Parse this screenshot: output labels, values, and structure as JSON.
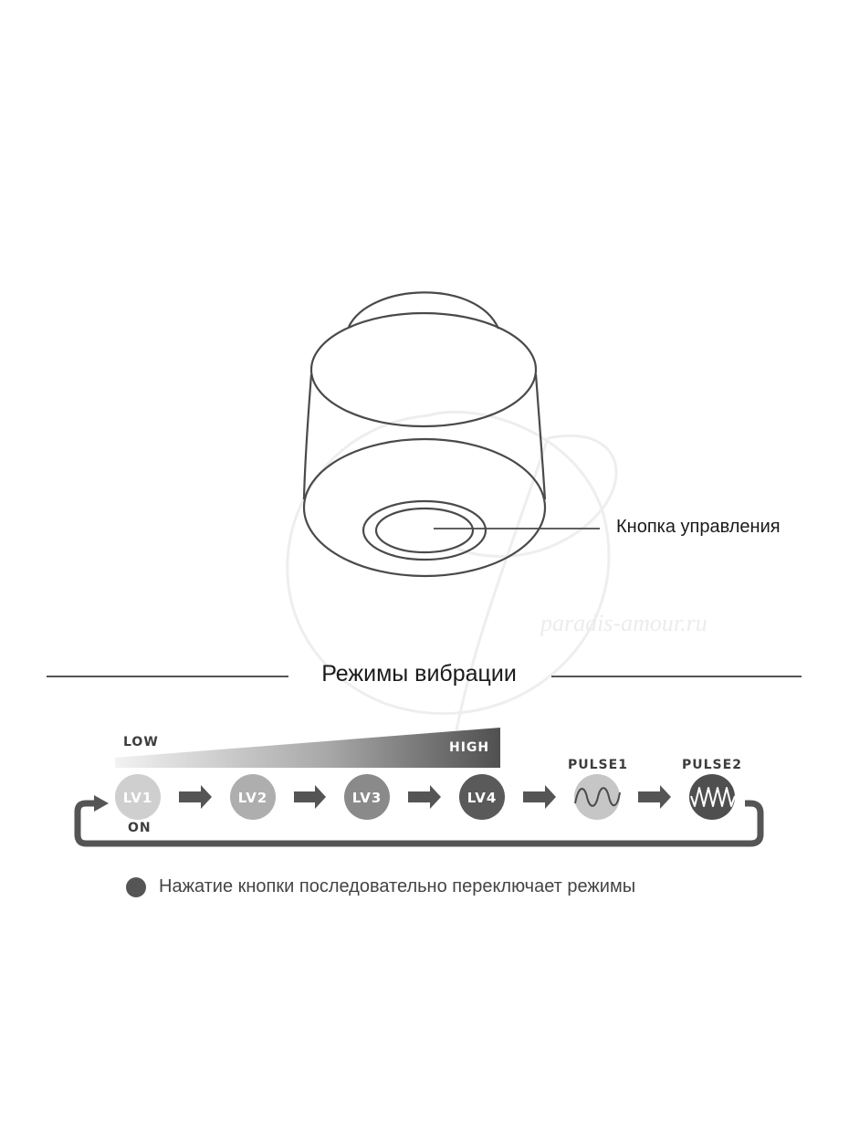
{
  "device": {
    "control_button_label": "Кнопка управления"
  },
  "modes_section": {
    "title": "Режимы вибрации",
    "scale": {
      "low_label": "LOW",
      "high_label": "HIGH"
    },
    "on_label": "ON",
    "modes": [
      {
        "label": "LV1",
        "color": "#cfcfcf"
      },
      {
        "label": "LV2",
        "color": "#aeaeae"
      },
      {
        "label": "LV3",
        "color": "#8a8a8a"
      },
      {
        "label": "LV4",
        "color": "#5a5a5a"
      },
      {
        "label": "PULSE1",
        "color": "#c6c6c6",
        "icon": "sine-wave-icon"
      },
      {
        "label": "PULSE2",
        "color": "#4f4f4f",
        "icon": "zigzag-wave-icon"
      }
    ],
    "arrow_color": "#555556",
    "loop_color": "#555556"
  },
  "note": {
    "text": "Нажатие кнопки последовательно переключает режимы"
  },
  "watermark": {
    "text": "paradis-amour.ru"
  }
}
